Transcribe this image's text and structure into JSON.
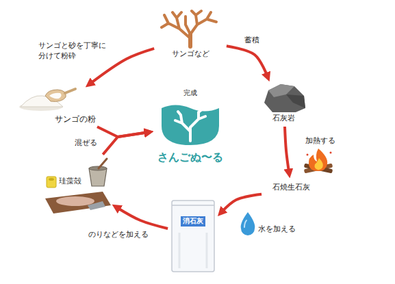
{
  "diagram": {
    "nodes": [
      {
        "text": [
          "サンゴなど"
        ]
      },
      {
        "text": [
          "石灰岩"
        ]
      },
      {
        "text": [
          "石焼生石灰"
        ]
      },
      {
        "text": [
          "消石灰"
        ]
      },
      {
        "text": [
          "珪藻殻"
        ]
      },
      {
        "text": [
          "サンゴの粉"
        ]
      },
      {
        "text": [
          "完成",
          "さんごぬ〜る"
        ]
      }
    ],
    "edges": [
      {
        "from": 0,
        "to": 1,
        "arrow": "to",
        "label": "蓄積"
      },
      {
        "from": 1,
        "to": 2,
        "arrow": "to",
        "label": "加熱する"
      },
      {
        "from": 2,
        "to": 3,
        "arrow": "to",
        "label": "水を加える"
      },
      {
        "from": 3,
        "to": 4,
        "arrow": "to",
        "label": "のりなどを加える"
      },
      {
        "from": 0,
        "to": 5,
        "arrow": "to",
        "label": "サンゴと砂を丁寧に 分けて粉砕"
      },
      {
        "from": 5,
        "to": 6,
        "arrow": "to",
        "label": "混ぜる"
      },
      {
        "from": 4,
        "to": 6,
        "arrow": "to"
      }
    ]
  }
}
